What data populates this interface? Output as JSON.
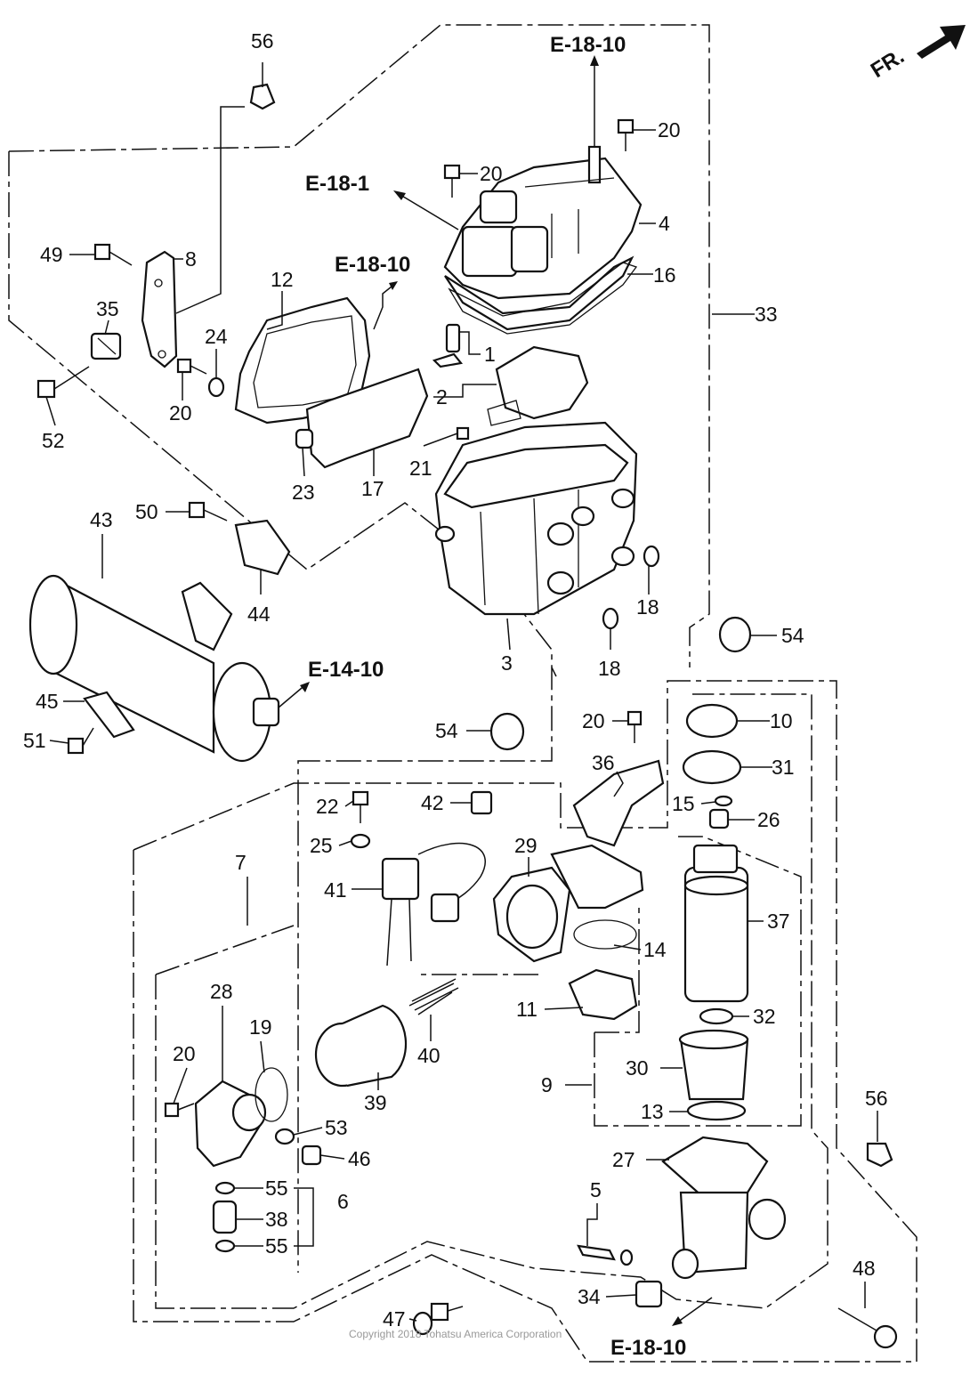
{
  "direction": {
    "text": "FR.",
    "icon": "arrow-icon"
  },
  "copyright": "Copyright 2018 Tohatsu America Corporation",
  "refs": [
    "E-18-10",
    "E-18-1",
    "E-18-10",
    "E-14-10",
    "E-18-10"
  ],
  "labels": [
    "56",
    "20",
    "20",
    "4",
    "16",
    "49",
    "8",
    "35",
    "52",
    "12",
    "24",
    "20",
    "33",
    "1",
    "2",
    "21",
    "23",
    "17",
    "43",
    "50",
    "44",
    "3",
    "18",
    "18",
    "45",
    "51",
    "54",
    "54",
    "10",
    "20",
    "36",
    "31",
    "15",
    "26",
    "22",
    "42",
    "25",
    "7",
    "41",
    "29",
    "37",
    "14",
    "11",
    "28",
    "19",
    "40",
    "32",
    "20",
    "30",
    "39",
    "9",
    "13",
    "53",
    "46",
    "55",
    "38",
    "6",
    "55",
    "56",
    "27",
    "5",
    "48",
    "34",
    "47"
  ]
}
